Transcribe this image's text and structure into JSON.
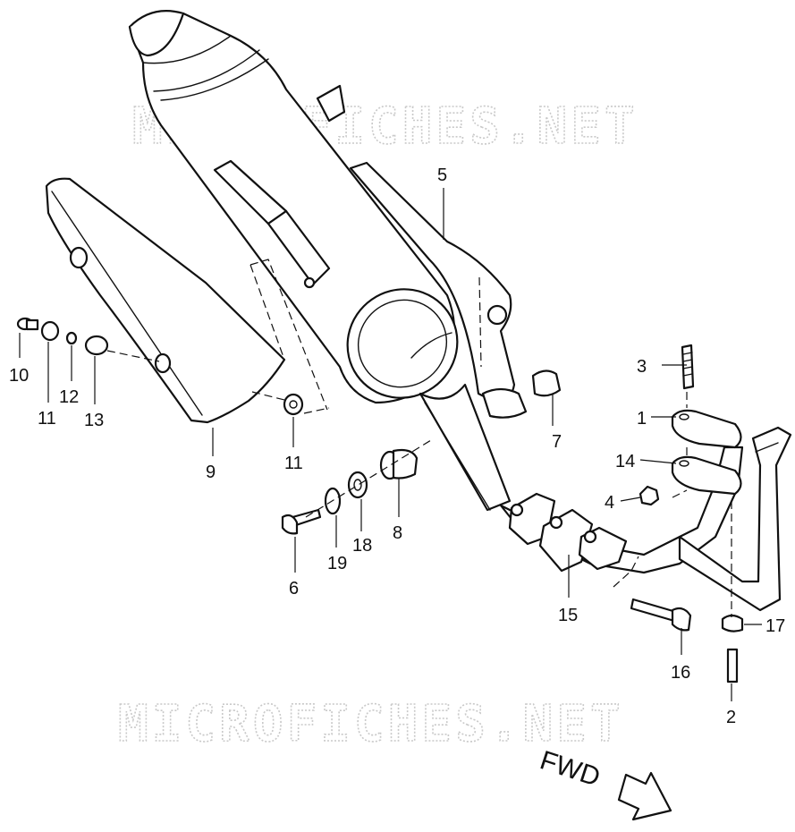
{
  "watermark": {
    "text": "MICROFICHES.NET"
  },
  "direction": {
    "label": "FWD"
  },
  "callouts": {
    "p1": "1",
    "p2": "2",
    "p3": "3",
    "p4": "4",
    "p5": "5",
    "p6": "6",
    "p7": "7",
    "p8": "8",
    "p9": "9",
    "p10": "10",
    "p11a": "11",
    "p11b": "11",
    "p12": "12",
    "p13": "13",
    "p14": "14",
    "p15": "15",
    "p16": "16",
    "p17": "17",
    "p18": "18",
    "p19": "19"
  }
}
